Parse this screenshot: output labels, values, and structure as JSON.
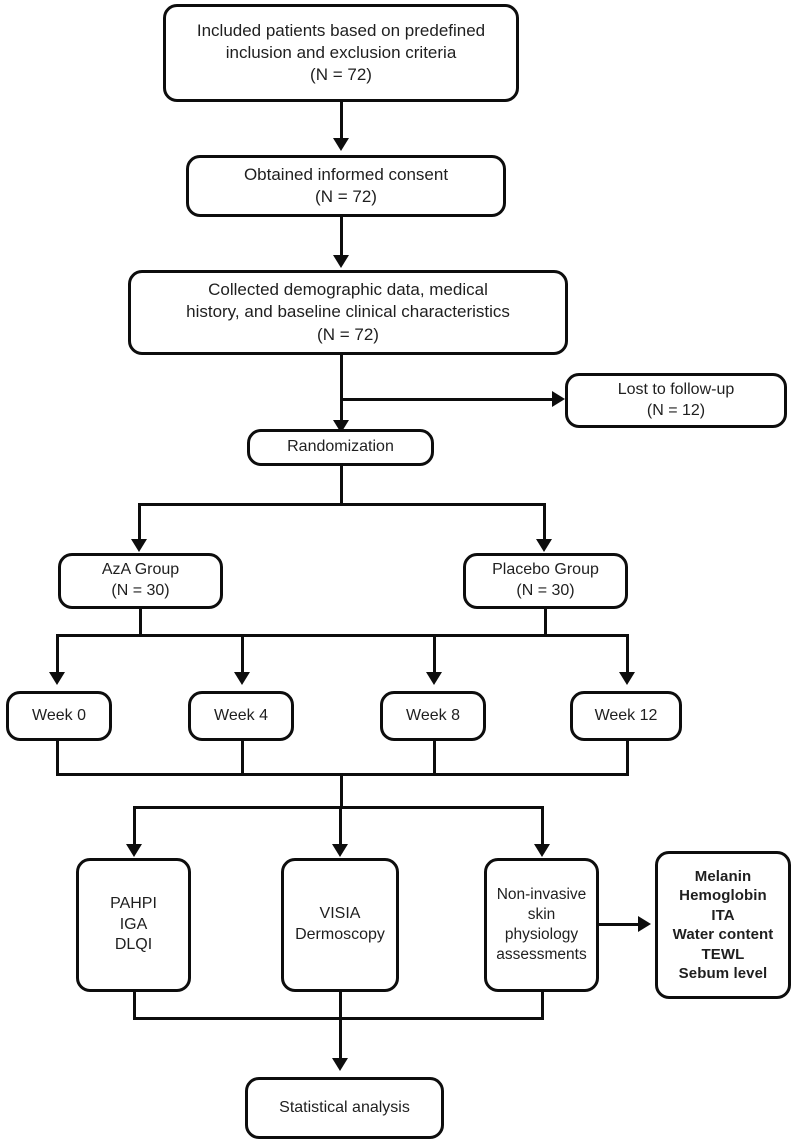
{
  "diagram": {
    "title": "Clinical trial participant flow diagram",
    "line_color": "#0d0d0d",
    "background": "#ffffff"
  },
  "nodes": {
    "inclusion": {
      "label": "Included patients based on predefined\ninclusion and exclusion criteria\n(N = 72)",
      "count": "N = 72"
    },
    "consent": {
      "label": "Obtained informed consent\n(N = 72)",
      "count": "N = 72"
    },
    "baseline": {
      "label": "Collected demographic data, medical\nhistory, and baseline clinical characteristics\n(N = 72)",
      "count": "N = 72"
    },
    "lost_followup": {
      "label": "Lost to follow-up\n(N = 12)",
      "count": "N = 12"
    },
    "randomization": {
      "label": "Randomization"
    },
    "aza_group": {
      "label": "AzA Group\n(N = 30)",
      "count": "N = 30"
    },
    "placebo_group": {
      "label": "Placebo Group\n(N = 30)",
      "count": "N = 30"
    },
    "week0": {
      "label": "Week 0"
    },
    "week4": {
      "label": "Week 4"
    },
    "week8": {
      "label": "Week 8"
    },
    "week12": {
      "label": "Week 12"
    },
    "clinical_scores": {
      "label": "PAHPI\nIGA\nDLQI"
    },
    "imaging": {
      "label": "VISIA\nDermoscopy"
    },
    "skin_physiology": {
      "label": "Non-invasive\nskin\nphysiology\nassessments"
    },
    "measurements": {
      "label": "Melanin\nHemoglobin\nITA\nWater content\nTEWL\nSebum level"
    },
    "statistical_analysis": {
      "label": "Statistical analysis"
    }
  }
}
